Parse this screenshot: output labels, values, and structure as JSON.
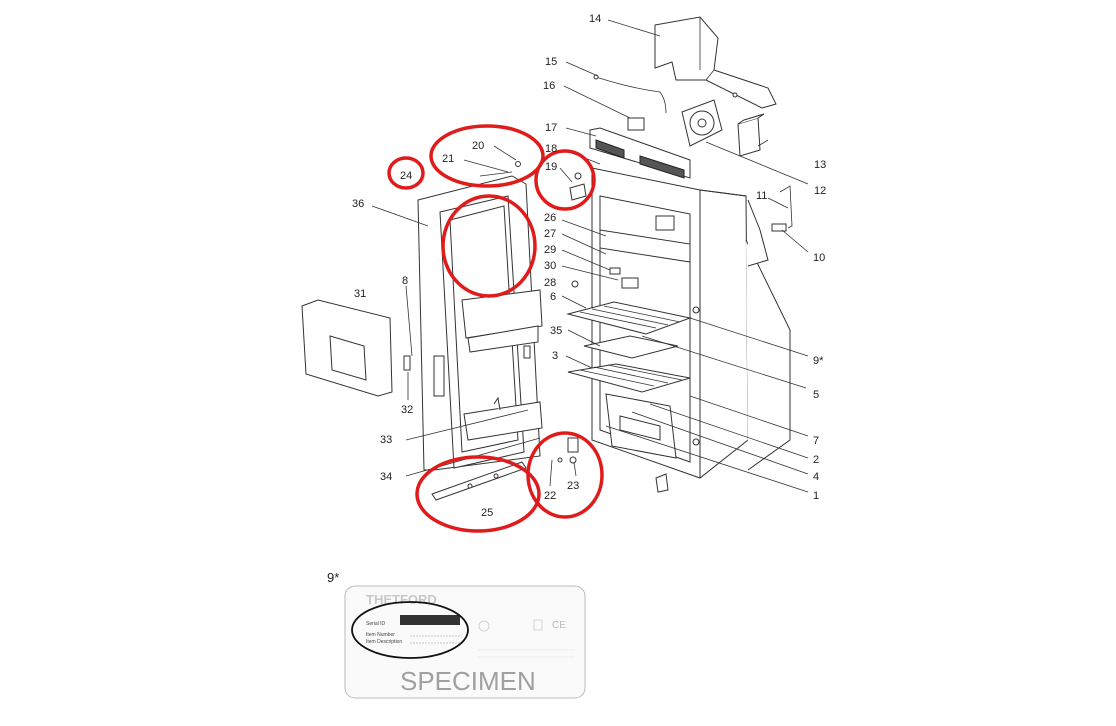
{
  "callouts": {
    "c14": "14",
    "c15": "15",
    "c16": "16",
    "c17": "17",
    "c18": "18",
    "c19": "19",
    "c20": "20",
    "c21": "21",
    "c24": "24",
    "c36": "36",
    "c26": "26",
    "c27": "27",
    "c29": "29",
    "c30": "30",
    "c28": "28",
    "c6": "6",
    "c35": "35",
    "c3": "3",
    "c13": "13",
    "c12": "12",
    "c11": "11",
    "c10": "10",
    "c9s": "9*",
    "c5": "5",
    "c7": "7",
    "c2": "2",
    "c4": "4",
    "c1": "1",
    "c31": "31",
    "c8": "8",
    "c32": "32",
    "c33": "33",
    "c34": "34",
    "c25": "25",
    "c22": "22",
    "c23": "23"
  },
  "label_card": {
    "heading": "9*",
    "brand": "THETFORD",
    "serial_id": "Serial ID",
    "item_number": "Item Number",
    "item_description": "Item Description",
    "watermark": "SPECIMEN"
  },
  "colors": {
    "highlight": "#e01b1b",
    "line": "#333333"
  }
}
